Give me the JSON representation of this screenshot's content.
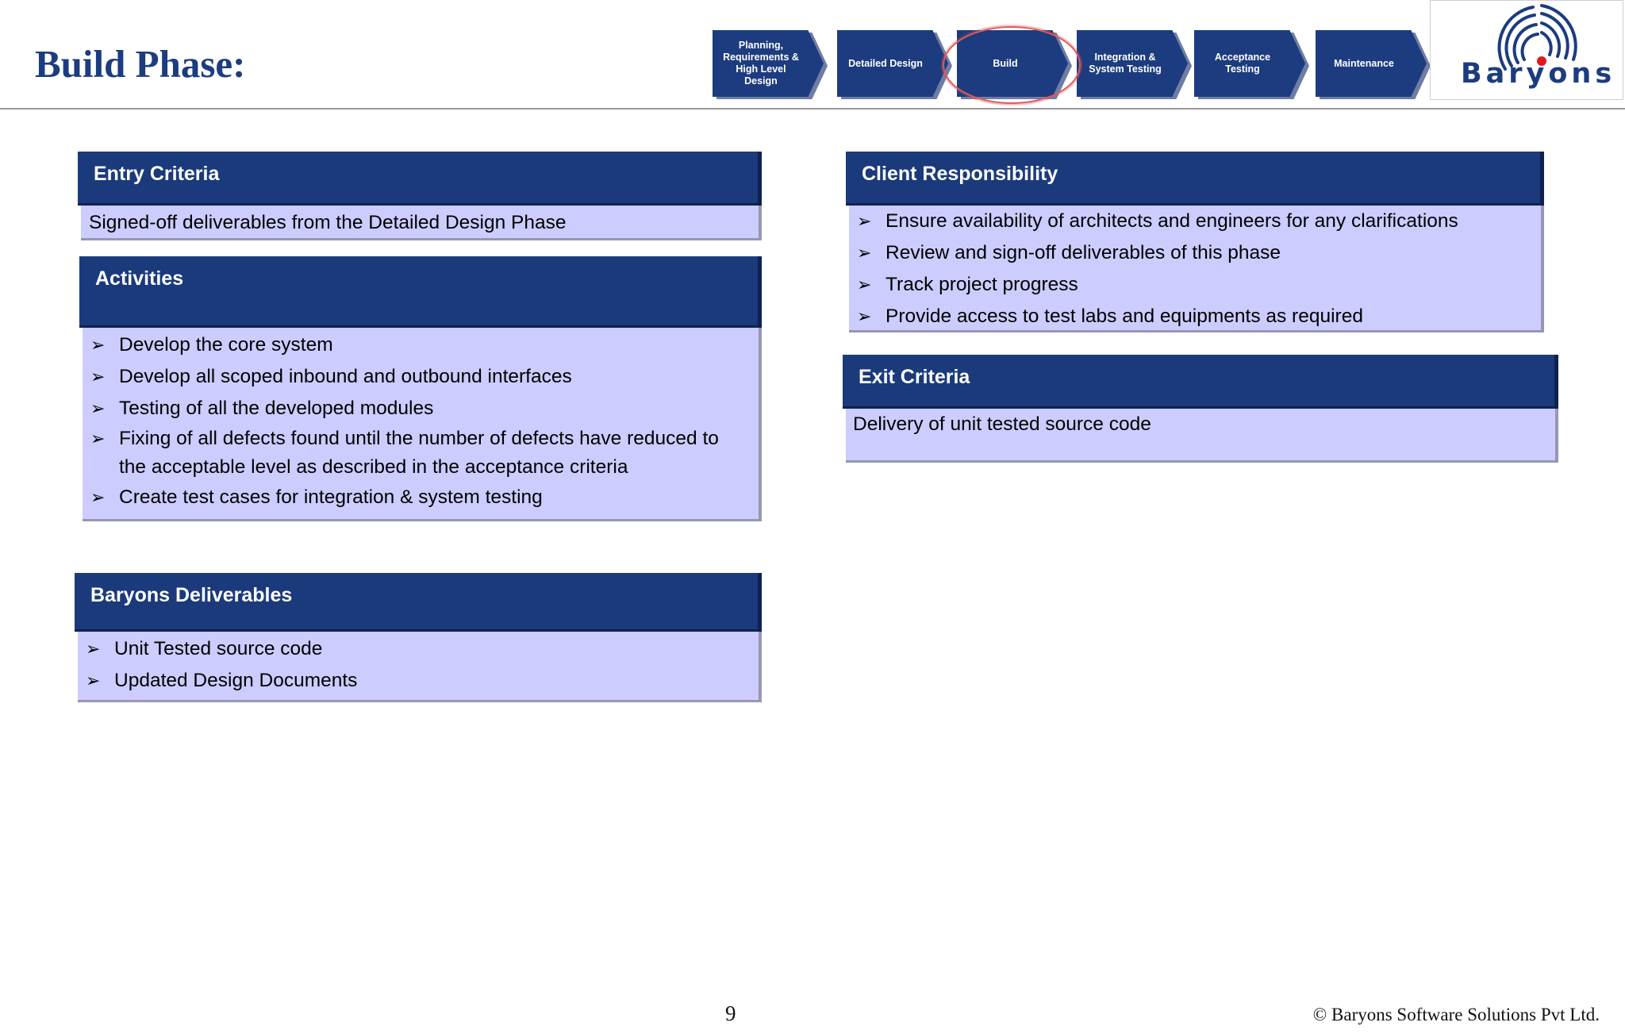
{
  "title": "Build Phase:",
  "phases": [
    {
      "label": "Planning,\nRequirements &\nHigh Level\nDesign"
    },
    {
      "label": "Detailed Design"
    },
    {
      "label": "Build"
    },
    {
      "label": "Integration &\nSystem Testing"
    },
    {
      "label": "Acceptance\nTesting"
    },
    {
      "label": "Maintenance"
    }
  ],
  "highlighted_phase": "Build",
  "logo": {
    "text": "Baryons"
  },
  "entry_criteria": {
    "heading": "Entry Criteria",
    "text": "Signed-off deliverables from the Detailed Design Phase"
  },
  "activities": {
    "heading": "Activities",
    "items": [
      "Develop the core system",
      "Develop all scoped inbound and outbound interfaces",
      "Testing of all the developed modules",
      "Fixing of all defects found until the number of defects have reduced to the acceptable level as described in the acceptance criteria",
      "Create test cases for integration & system testing"
    ]
  },
  "deliverables": {
    "heading": "Baryons Deliverables",
    "items": [
      "Unit Tested source code",
      "Updated Design Documents"
    ]
  },
  "client_responsibility": {
    "heading": "Client Responsibility",
    "items": [
      "Ensure availability of architects and engineers for any clarifications",
      "Review and sign-off deliverables of this phase",
      "Track project progress",
      "Provide access to test labs and equipments as required"
    ]
  },
  "exit_criteria": {
    "heading": "Exit Criteria",
    "text": "Delivery of unit tested source code"
  },
  "bullet_glyph": "➢",
  "footer": {
    "page_number": "9",
    "copyright": "© Baryons Software Solutions Pvt Ltd."
  },
  "colors": {
    "heading_blue": "#1b3a7c",
    "body_lavender": "#ccccff",
    "highlight_red": "#e05a5a"
  }
}
